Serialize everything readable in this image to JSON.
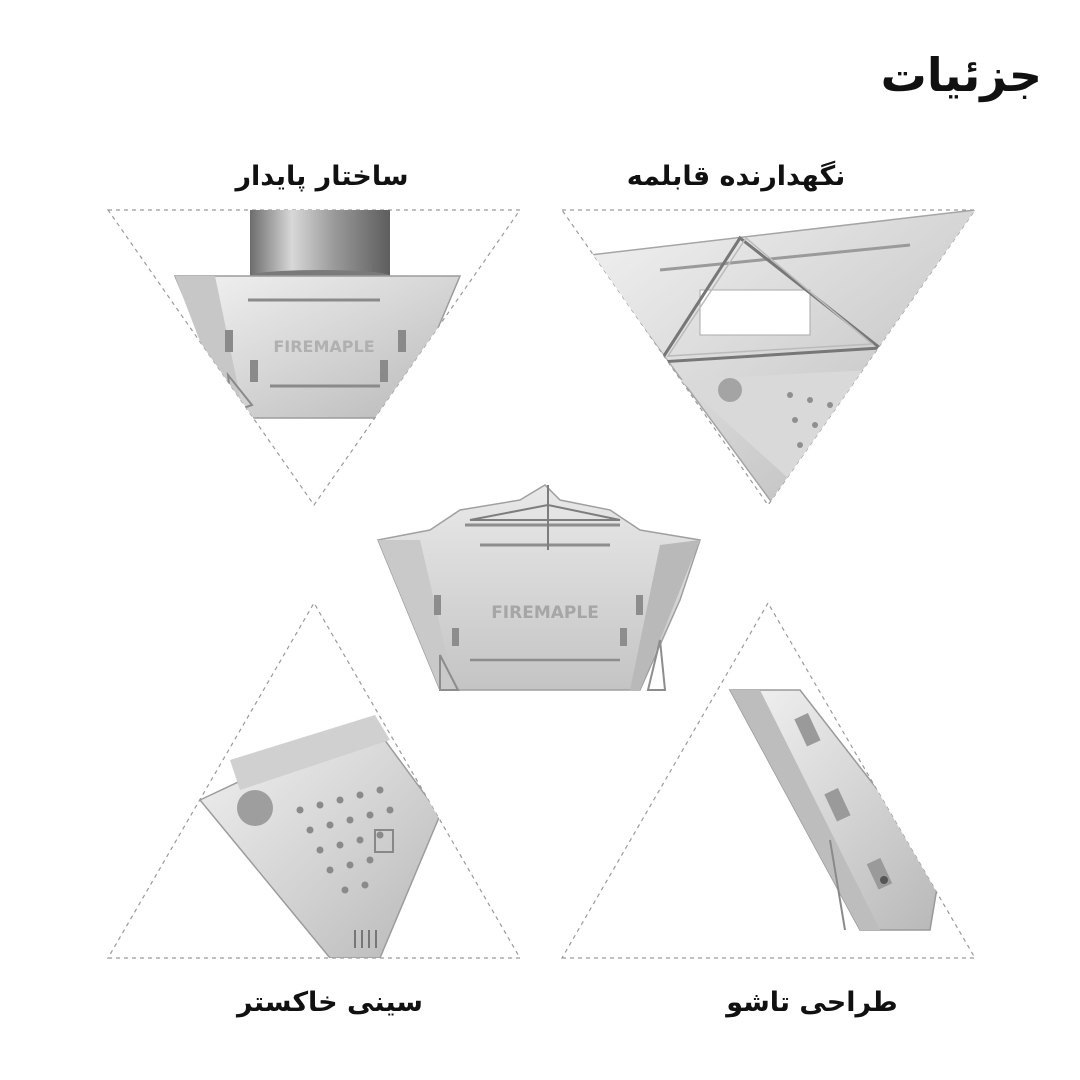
{
  "title": "جزئیات",
  "panels": [
    {
      "id": "pot-holder",
      "label": "نگهدارنده قابلمه"
    },
    {
      "id": "structure",
      "label": "ساختار پایدار"
    },
    {
      "id": "ash-tray",
      "label": "سینی خاکستر"
    },
    {
      "id": "fold-design",
      "label": "طراحی تاشو"
    }
  ],
  "product_mark": "FIREMAPLE",
  "colors": {
    "steel_light": "#e4e4e4",
    "steel_mid": "#c9c9c9",
    "steel_dark": "#8f8f8f",
    "dash_line": "#9a9a9a"
  }
}
